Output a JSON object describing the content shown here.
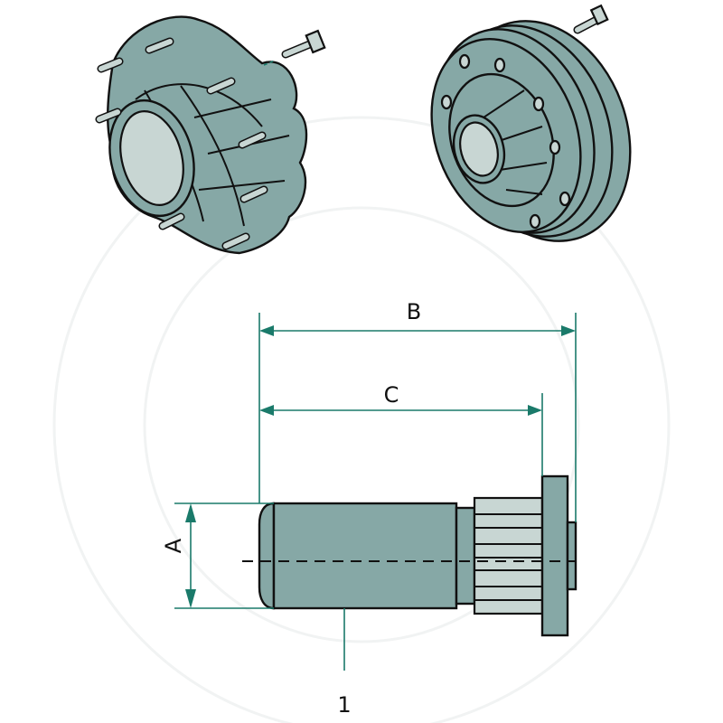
{
  "diagram": {
    "dimensions": {
      "a_label": "A",
      "b_label": "B",
      "c_label": "C"
    },
    "part_callout": "1",
    "colors": {
      "part_fill": "#86a8a6",
      "part_light": "#c8d6d3",
      "dimension_line": "#1a7a6a",
      "outline": "#111111"
    }
  }
}
